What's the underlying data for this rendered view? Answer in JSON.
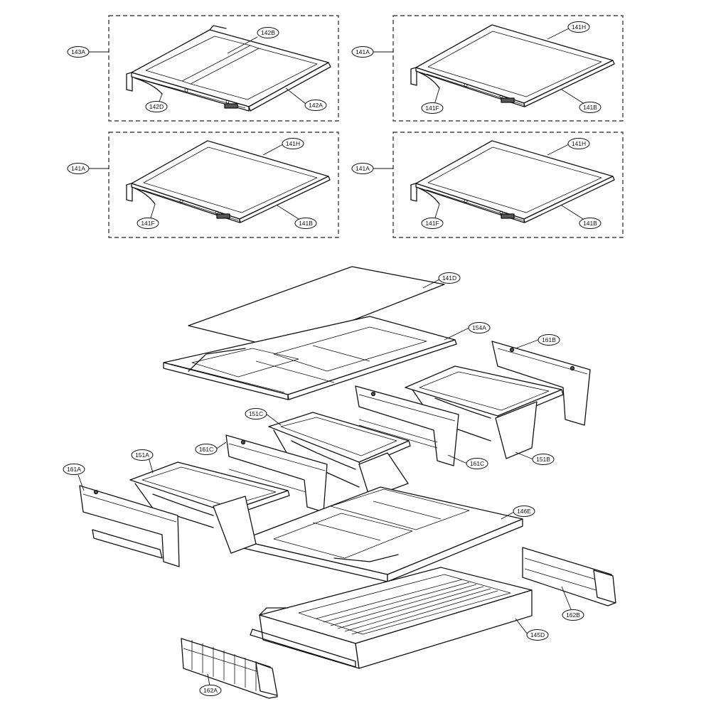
{
  "figure": {
    "type": "exploded-parts-diagram",
    "callouts": {
      "c143A": "143A",
      "c142B": "142B",
      "c142A": "142A",
      "c142D": "142D",
      "c141A_1": "141A",
      "c141H_1": "141H",
      "c141F_1": "141F",
      "c141B_1": "141B",
      "c141A_2": "141A",
      "c141H_2": "141H",
      "c141F_2": "141F",
      "c141B_2": "141B",
      "c141A_3": "141A",
      "c141H_3": "141H",
      "c141F_3": "141F",
      "c141B_3": "141B",
      "c141D": "141D",
      "c154A": "154A",
      "c161B": "161B",
      "c151C": "151C",
      "c161C_1": "161C",
      "c161C_2": "161C",
      "c151B": "151B",
      "c151A": "151A",
      "c161A": "161A",
      "c146E": "146E",
      "c145D": "145D",
      "c162B": "162B",
      "c162A": "162A"
    }
  }
}
